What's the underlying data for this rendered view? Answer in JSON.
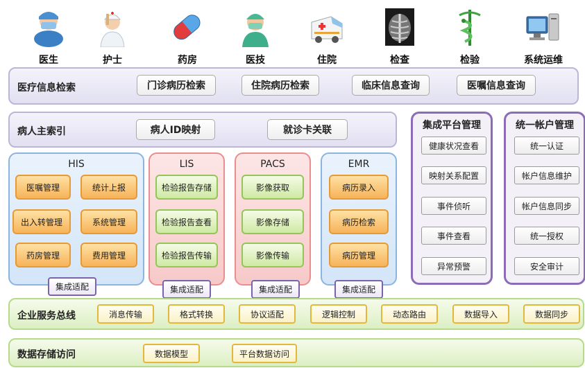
{
  "roles": [
    {
      "icon": "doctor-icon",
      "label": "医生"
    },
    {
      "icon": "nurse-icon",
      "label": "护士"
    },
    {
      "icon": "pill-icon",
      "label": "药房"
    },
    {
      "icon": "technician-icon",
      "label": "医技"
    },
    {
      "icon": "ambulance-icon",
      "label": "住院"
    },
    {
      "icon": "xray-icon",
      "label": "检查"
    },
    {
      "icon": "caduceus-icon",
      "label": "检验"
    },
    {
      "icon": "computer-icon",
      "label": "系统运维"
    }
  ],
  "records_search": {
    "title": "医疗信息检索",
    "buttons": [
      "门诊病历检索",
      "住院病历检索",
      "临床信息查询",
      "医嘱信息查询"
    ]
  },
  "patient_index": {
    "title": "病人主索引",
    "buttons": [
      "病人ID映射",
      "就诊卡关联"
    ]
  },
  "systems": {
    "his": {
      "title": "HIS",
      "items": [
        "医嘱管理",
        "统计上报",
        "出入转管理",
        "系统管理",
        "药房管理",
        "费用管理"
      ],
      "adapter": "集成适配"
    },
    "lis": {
      "title": "LIS",
      "items": [
        "检验报告存储",
        "检验报告查看",
        "检验报告传输"
      ],
      "adapter": "集成适配"
    },
    "pacs": {
      "title": "PACS",
      "items": [
        "影像获取",
        "影像存储",
        "影像传输"
      ],
      "adapter": "集成适配"
    },
    "emr": {
      "title": "EMR",
      "items": [
        "病历录入",
        "病历检索",
        "病历管理"
      ],
      "adapter": "集成适配"
    }
  },
  "platform_mgmt": {
    "title": "集成平台管理",
    "items": [
      "健康状况查看",
      "映射关系配置",
      "事件侦听",
      "事件查看",
      "异常预警"
    ]
  },
  "account_mgmt": {
    "title": "统一帐户管理",
    "items": [
      "统一认证",
      "帐户信息维护",
      "帐户信息同步",
      "统一授权",
      "安全审计"
    ]
  },
  "esb": {
    "title": "企业服务总线",
    "items": [
      "消息传输",
      "格式转换",
      "协议适配",
      "逻辑控制",
      "动态路由",
      "数据导入",
      "数据同步"
    ]
  },
  "storage": {
    "title": "数据存储访问",
    "items": [
      "数据模型",
      "平台数据访问"
    ]
  }
}
